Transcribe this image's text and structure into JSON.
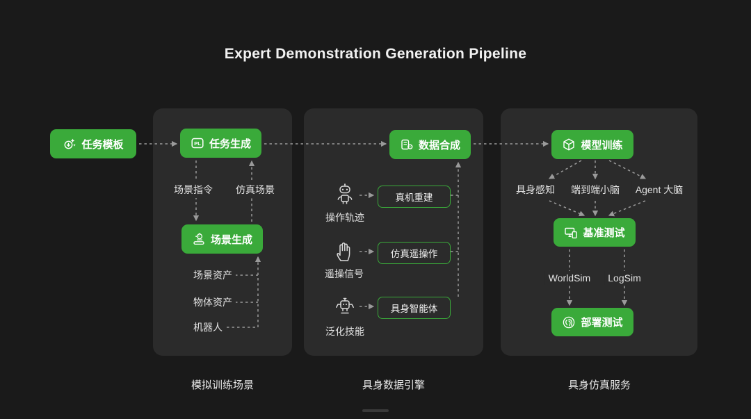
{
  "title": "Expert Demonstration Generation Pipeline",
  "colors": {
    "background": "#1a1a1a",
    "panel": "#2b2b2b",
    "accent_green": "#3aaa3a",
    "arrow_gray": "#9a9a9a",
    "text_light": "#f0f0f0"
  },
  "source_node": {
    "label": "任务模板",
    "icon": "money-sparkle-icon"
  },
  "panel_sim_training": {
    "caption": "模拟训练场景",
    "task_generation": {
      "label": "任务生成",
      "icon": "pl-badge-icon"
    },
    "scene_instruction_label": "场景指令",
    "sim_scene_label": "仿真场景",
    "scene_generation": {
      "label": "场景生成",
      "icon": "robot-conveyor-icon"
    },
    "asset_labels": [
      "场景资产",
      "物体资产",
      "机器人"
    ]
  },
  "panel_data_engine": {
    "caption": "具身数据引擎",
    "data_synthesis": {
      "label": "数据合成",
      "icon": "recorder-icon"
    },
    "rows": [
      {
        "icon": "robot-icon",
        "label": "操作轨迹",
        "box": "真机重建"
      },
      {
        "icon": "glove-icon",
        "label": "遥操信号",
        "box": "仿真遥操作"
      },
      {
        "icon": "machine-icon",
        "label": "泛化技能",
        "box": "具身智能体"
      }
    ]
  },
  "panel_sim_service": {
    "caption": "具身仿真服务",
    "model_training": {
      "label": "模型训练",
      "icon": "cube-icon"
    },
    "brain_labels": [
      "具身感知",
      "端到端小脑",
      "Agent 大脑"
    ],
    "benchmark": {
      "label": "基准测试",
      "icon": "devices-icon"
    },
    "sim_labels": [
      "WorldSim",
      "LogSim"
    ],
    "deployment": {
      "label": "部署测试",
      "icon": "fingerprint-icon"
    }
  }
}
